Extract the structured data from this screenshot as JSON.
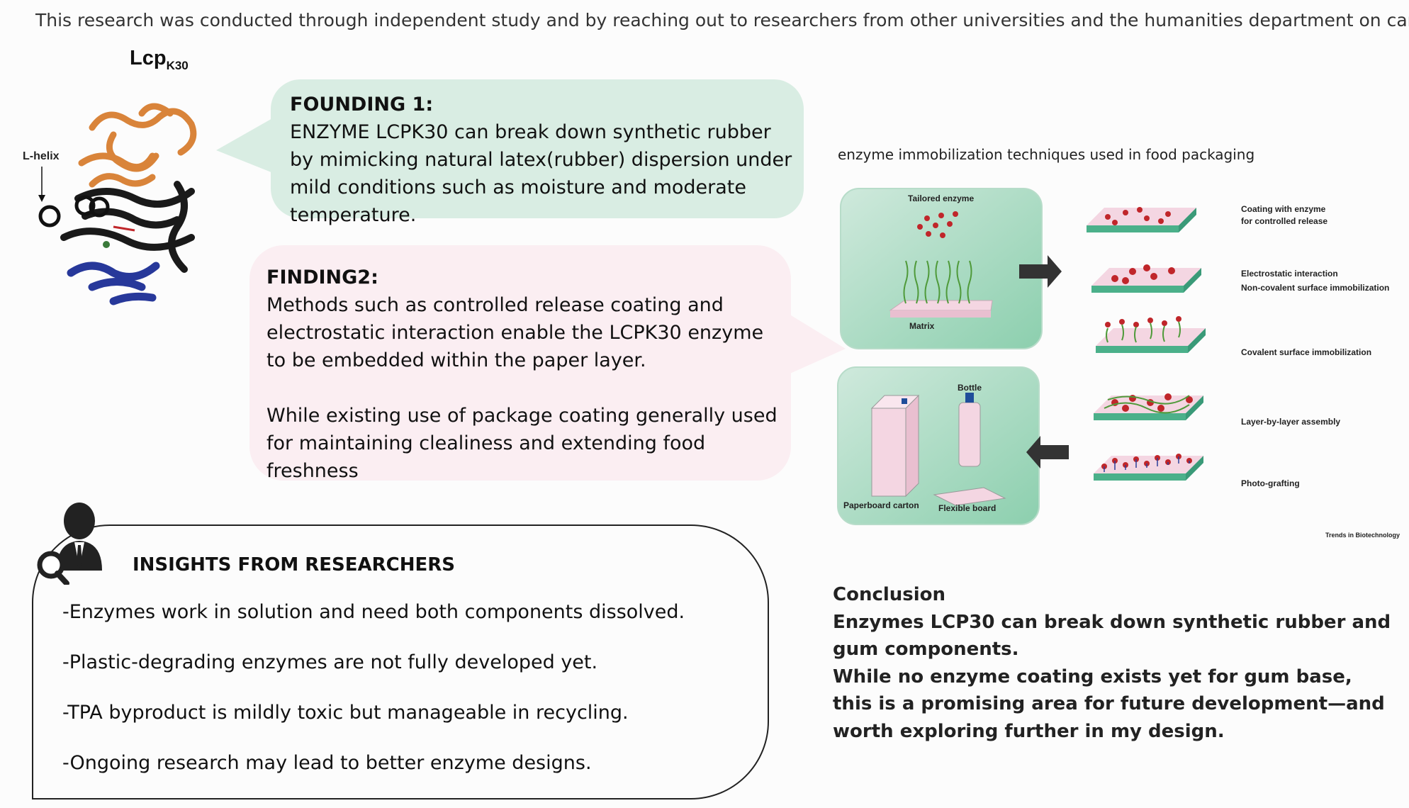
{
  "intro": "This research was conducted through independent study and by reaching out to researchers from other universities and the humanities department on campus.",
  "protein": {
    "title": "Lcp",
    "title_sub": "K30",
    "label": "L-helix"
  },
  "finding1": {
    "heading": "FOUNDING 1:",
    "body": "ENZYME LCPK30 can break down synthetic rubber by mimicking natural latex(rubber) dispersion under mild conditions such as moisture and moderate temperature."
  },
  "finding2": {
    "heading": "FINDING2:",
    "body1": "Methods such as controlled release coating and electrostatic interaction enable the LCPK30 enzyme to be embedded within the paper layer.",
    "body2": "While existing use of package coating generally used for maintaining clealiness and extending food freshness"
  },
  "insights": {
    "title": "INSIGHTS FROM RESEARCHERS",
    "items": [
      "-Enzymes work in solution and need both components dissolved.",
      "-Plastic-degrading enzymes are not fully developed yet.",
      "-TPA byproduct is mildly toxic but manageable in recycling.",
      "-Ongoing research may lead to better enzyme designs."
    ]
  },
  "figure": {
    "caption": "enzyme immobilization techniques used in food packaging",
    "tailored": "Tailored enzyme",
    "matrix": "Matrix",
    "bottle": "Bottle",
    "carton": "Paperboard carton",
    "flexible": "Flexible board",
    "methods": [
      "Coating with enzyme",
      "for controlled release",
      "Electrostatic interaction",
      "Non-covalent surface immobilization",
      "Covalent surface immobilization",
      "Layer-by-layer assembly",
      "Photo-grafting"
    ],
    "credit": "Trends in Biotechnology"
  },
  "conclusion": {
    "heading": "Conclusion",
    "line1": "Enzymes LCP30 can break down synthetic rubber and gum components.",
    "line2": "While no enzyme coating exists yet for gum base,",
    "line3": "this is a promising area for future development—and worth exploring further in my design."
  },
  "colors": {
    "bubble1": "#d9ede3",
    "bubble2": "#fbeef2",
    "panel_green": "#a9d8c2",
    "enzyme_red": "#c0262a",
    "helix_orange": "#d9843a",
    "helix_blue": "#27389a"
  }
}
